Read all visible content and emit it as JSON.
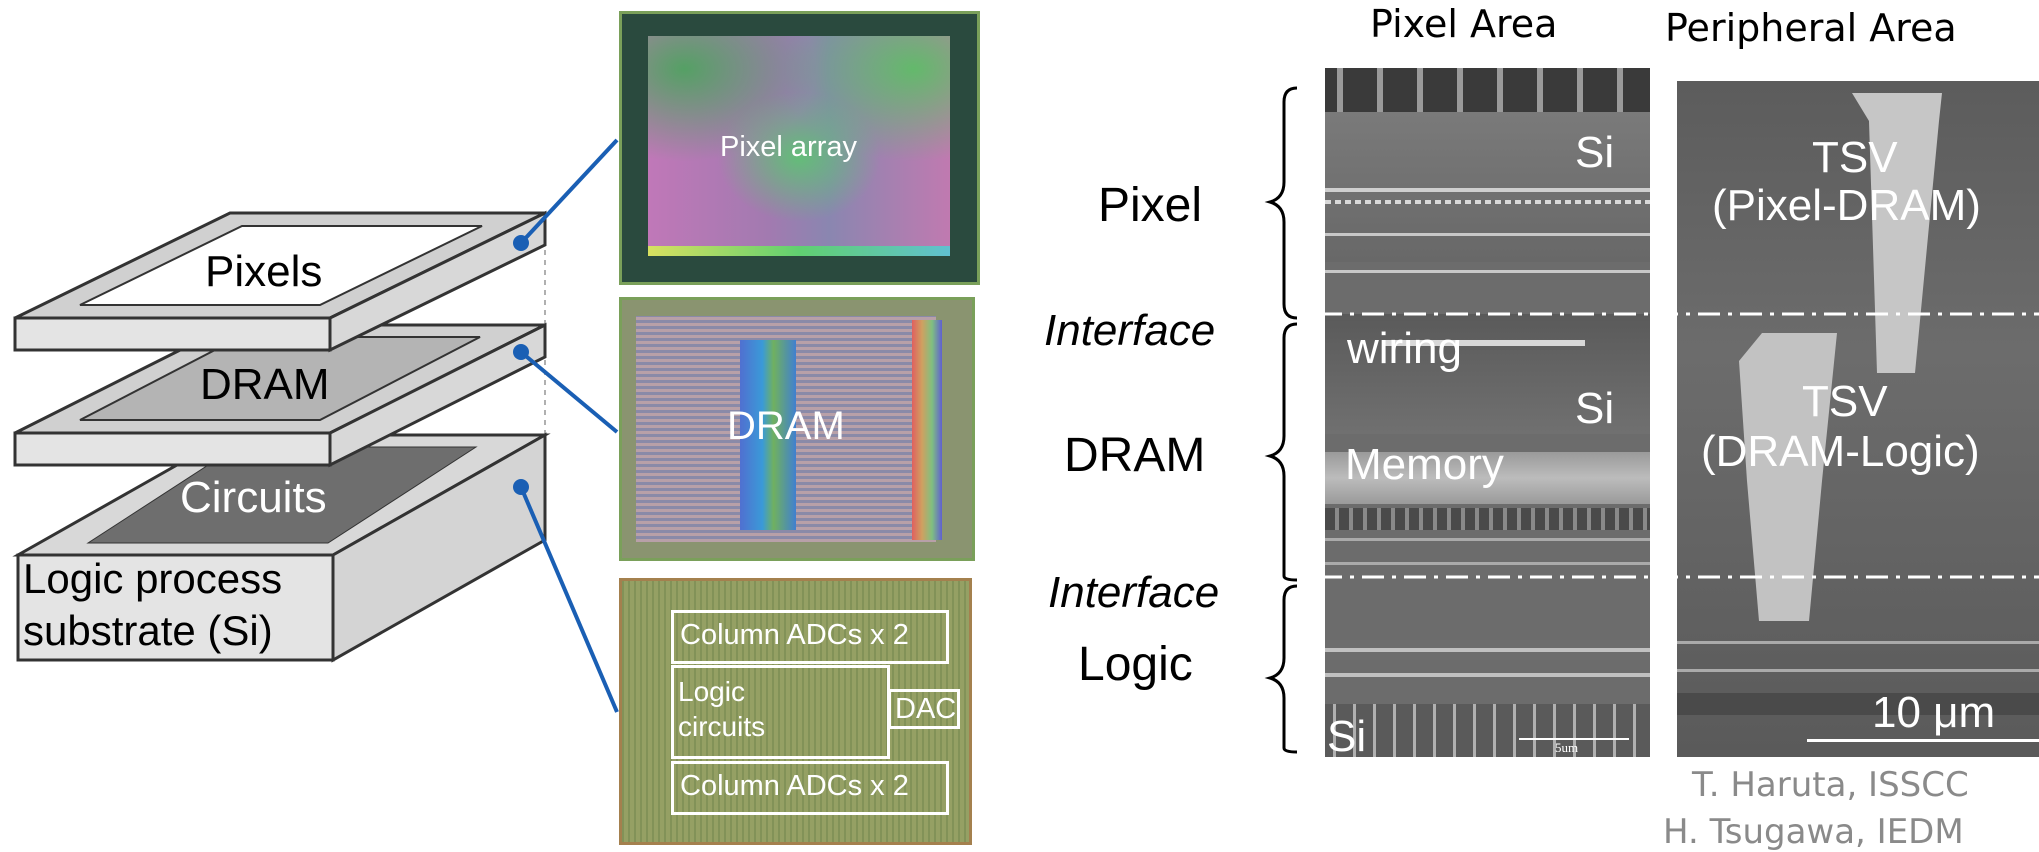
{
  "stack": {
    "layers": [
      "Pixels",
      "DRAM",
      "Circuits"
    ],
    "substrate_line1": "Logic process",
    "substrate_line2": "substrate (Si)"
  },
  "micrographs": {
    "pixel_chip": "Pixel array",
    "dram_chip": "DRAM",
    "logic_chip": {
      "adc_top": "Column ADCs x 2",
      "logic_line1": "Logic",
      "logic_line2": "circuits",
      "dac": "DAC",
      "adc_bottom": "Column ADCs x 2"
    }
  },
  "cross_section": {
    "pixel_area_title": "Pixel Area",
    "peripheral_area_title": "Peripheral Area",
    "left_labels": {
      "pixel": "Pixel",
      "interface_1": "Interface",
      "dram": "DRAM",
      "interface_2": "Interface",
      "logic": "Logic"
    },
    "sem_labels": {
      "si_top": "Si",
      "wiring": "wiring",
      "si_mid": "Si",
      "memory": "Memory",
      "si_bottom": "Si",
      "tiny_scale": "5um"
    },
    "tsv_1_line1": "TSV",
    "tsv_1_line2": "(Pixel-DRAM)",
    "tsv_2_line1": "TSV",
    "tsv_2_line2": "(DRAM-Logic)",
    "scale_bar": "10 μm"
  },
  "citations": [
    "T. Haruta, ISSCC",
    "H. Tsugawa, IEDM"
  ],
  "colors": {
    "connector_blue": "#1a5fb4",
    "micrograph_green": "#7aa05a",
    "sem_gray": "#6b6b6b",
    "citation_gray": "#8a8a8a"
  }
}
